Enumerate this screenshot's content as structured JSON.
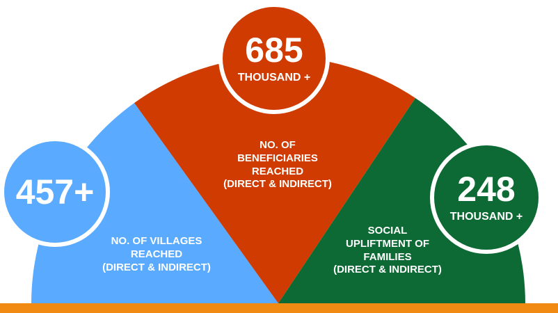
{
  "colors": {
    "blue": "#5aabff",
    "orange": "#cf3b00",
    "green": "#0d6a35",
    "bar": "#f08a12"
  },
  "left": {
    "number": "457+",
    "label_lines": [
      "NO. OF VILLAGES",
      "REACHED",
      "(DIRECT & INDIRECT)"
    ]
  },
  "center": {
    "number": "685",
    "unit": "THOUSAND +",
    "label_lines": [
      "NO. OF",
      "BENEFICIARIES",
      "REACHED",
      "(DIRECT & INDIRECT)"
    ]
  },
  "right": {
    "number": "248",
    "unit": "THOUSAND +",
    "label_lines": [
      "SOCIAL",
      "UPLIFTMENT OF",
      "FAMILIES",
      "(DIRECT & INDIRECT)"
    ]
  }
}
